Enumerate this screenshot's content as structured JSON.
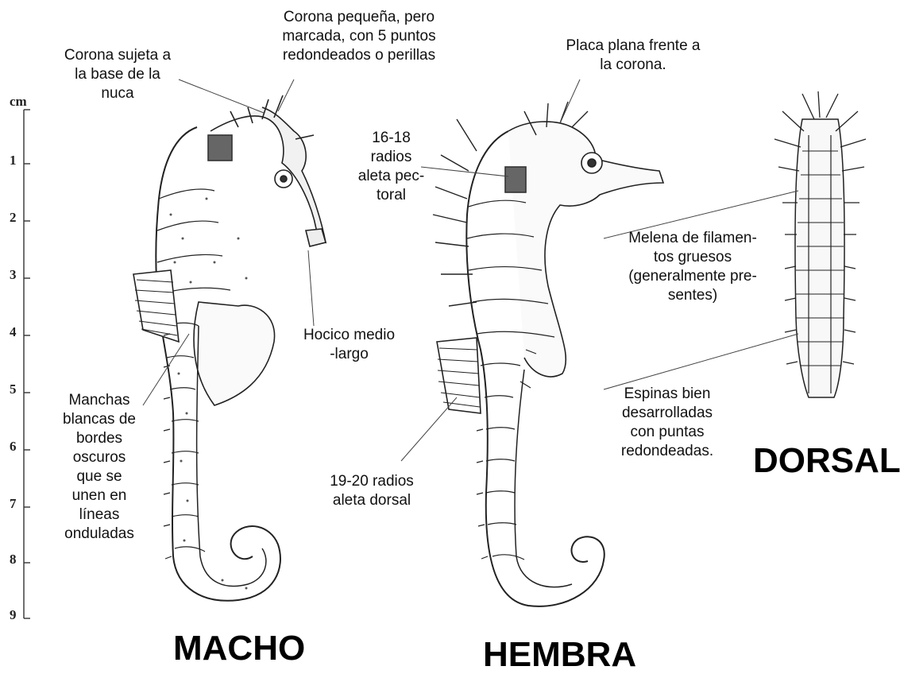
{
  "scale": {
    "unit": "cm",
    "ticks": [
      "1",
      "2",
      "3",
      "4",
      "5",
      "6",
      "7",
      "8",
      "9"
    ]
  },
  "labels": {
    "corona_sujeta": "Corona sujeta a\nla base de la\nnuca",
    "corona_pequena": "Corona pequeña, pero\nmarcada, con 5 puntos\nredondeados o perillas",
    "placa_plana": "Placa plana frente a\nla corona.",
    "radios_pectoral": "16-18\nradios\naleta pec-\ntoral",
    "melena": "Melena de filamen-\ntos gruesos\n(generalmente pre-\nsentes)",
    "hocico": "Hocico medio\n-largo",
    "manchas": "Manchas\nblancas de\nbordes\noscuros\nque se\nunen en\nlíneas\nonduladas",
    "espinas": "Espinas bien\ndesarrolladas\ncon puntas\nredondeadas.",
    "radios_dorsal": "19-20 radios\naleta dorsal"
  },
  "titles": {
    "macho": "MACHO",
    "hembra": "HEMBRA",
    "dorsal": "DORSAL"
  }
}
